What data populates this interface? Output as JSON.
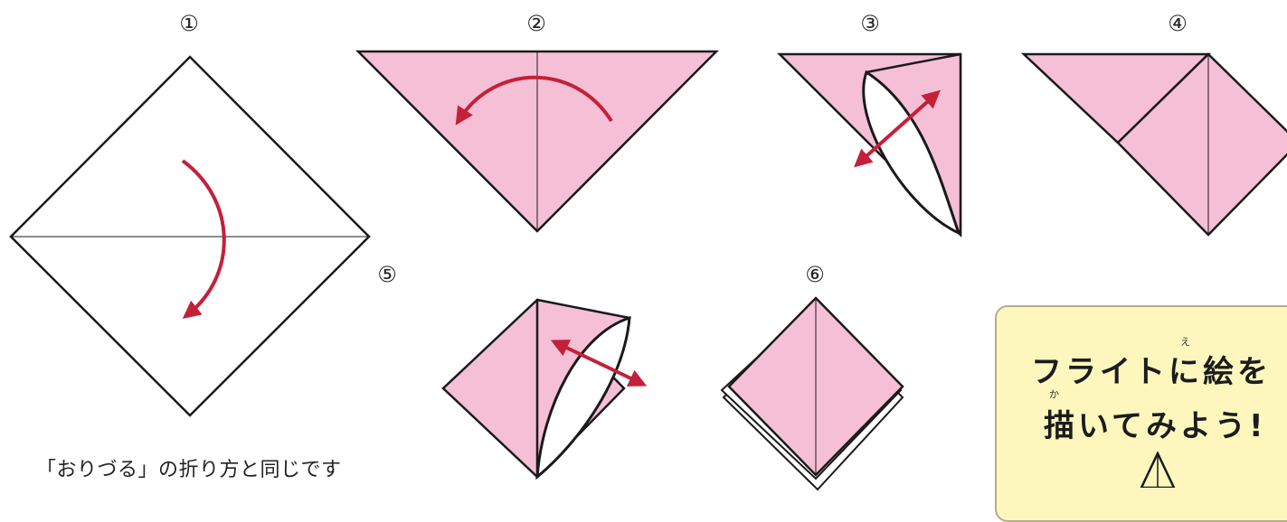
{
  "steps": [
    "①",
    "②",
    "③",
    "④",
    "⑤",
    "⑥"
  ],
  "caption": "「おりづる」の折り方と同じです",
  "card": {
    "line1": "フライトに絵を",
    "line2": "描いてみよう!",
    "ruby_e": "え",
    "ruby_ka": "か"
  },
  "colors": {
    "paper_pink": "#f5bfd6",
    "arrow_red": "#c4203a",
    "line": "#1a1a1a",
    "card_bg": "#fdf7be"
  }
}
